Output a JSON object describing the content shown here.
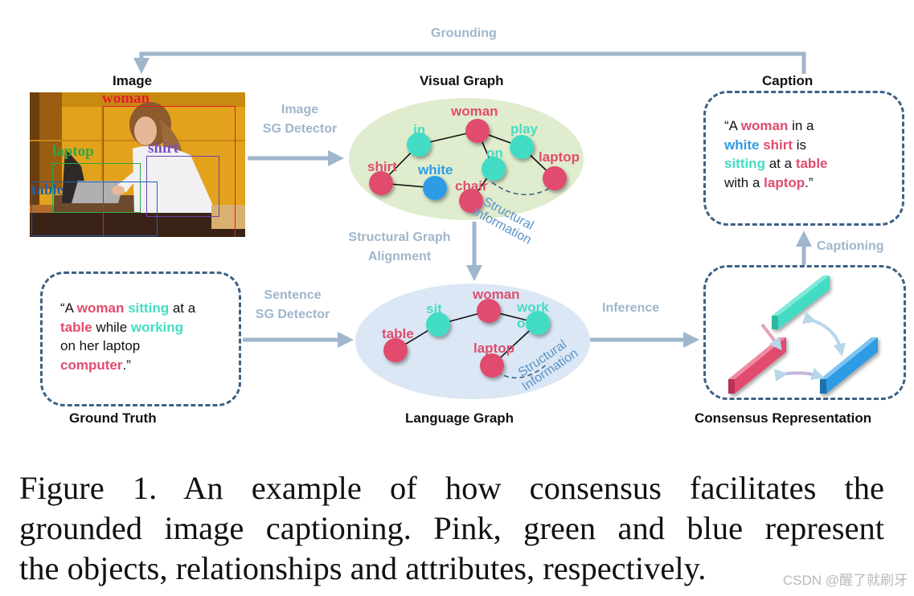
{
  "top_flow": {
    "grounding": "Grounding"
  },
  "titles": {
    "image": "Image",
    "visual_graph": "Visual Graph",
    "caption": "Caption",
    "ground_truth": "Ground Truth",
    "language_graph": "Language Graph",
    "consensus": "Consensus Representation"
  },
  "flow_labels": {
    "image_sg_1": "Image",
    "image_sg_2": "SG Detector",
    "sentence_sg_1": "Sentence",
    "sentence_sg_2": "SG Detector",
    "alignment_1": "Structural Graph",
    "alignment_2": "Alignment",
    "inference": "Inference",
    "captioning": "Captioning"
  },
  "image_boxes": {
    "woman": "woman",
    "laptop": "laptop",
    "shirt": "shirt",
    "table": "table"
  },
  "visual_graph": {
    "nodes": {
      "woman": "woman",
      "in": "in",
      "play": "play",
      "on": "on",
      "laptop": "laptop",
      "shirt": "shirt",
      "white": "white",
      "chair": "chair"
    },
    "structural_1": "Structural",
    "structural_2": "Information"
  },
  "language_graph": {
    "nodes": {
      "woman": "woman",
      "sit_on": "sit on",
      "work_on": "work on",
      "table": "table",
      "laptop": "laptop"
    },
    "structural_1": "Structural",
    "structural_2": "Information"
  },
  "ground_truth_text": {
    "t1": "“A ",
    "w1": "woman",
    "t2": " ",
    "w2": "sitting",
    "t3": " at a",
    "w3": "table",
    "t4": " while ",
    "w4": "working",
    "t5": "on her laptop",
    "w5": "computer",
    "t6": ".”"
  },
  "caption_text": {
    "t1": "“A ",
    "w1": "woman",
    "t2": " in a",
    "w2": "white",
    "t3": " ",
    "w3": "shirt",
    "t4": " is",
    "w4": "sitting",
    "t5": " at a ",
    "w5": "table",
    "t6": "with a ",
    "w6": "laptop",
    "t7": ".”"
  },
  "figure_caption": {
    "line1": "Figure 1. An example of how consensus facilitates the",
    "line2": "grounded image captioning. Pink, green and blue represent",
    "line3": "the objects, relationships and attributes, respectively."
  },
  "watermark": "CSDN @醒了就刷牙",
  "colors": {
    "object": "#e04c6e",
    "relationship": "#43dcc4",
    "attribute": "#2d9be5",
    "arrow": "#9fb6cc",
    "box_border": "#3e6185"
  }
}
